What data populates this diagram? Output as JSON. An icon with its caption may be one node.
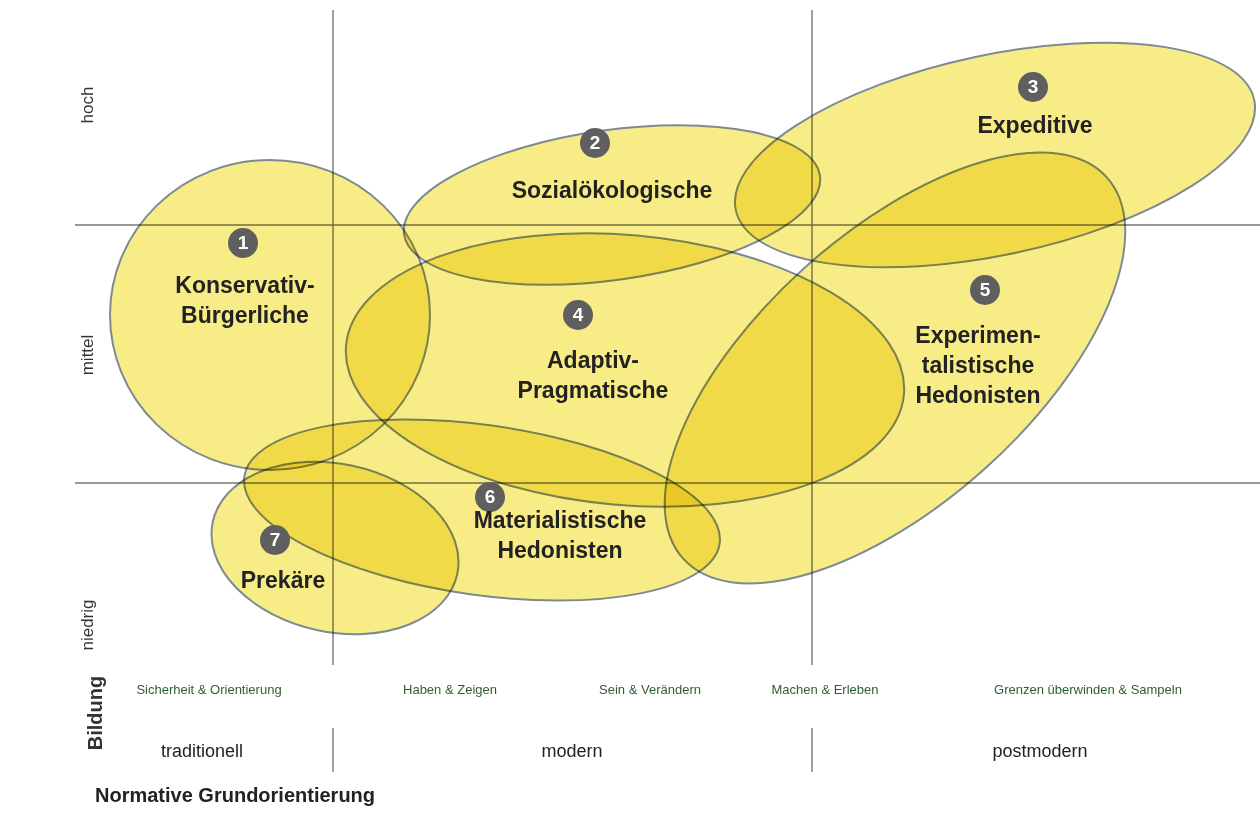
{
  "diagram": {
    "nodes": [
      {
        "text": [
          "1",
          "Konservativ- Bürgerliche"
        ]
      },
      {
        "text": [
          "2",
          "Sozialökologische"
        ]
      },
      {
        "text": [
          "3",
          "Expeditive"
        ]
      },
      {
        "text": [
          "4",
          "Adaptiv- Pragmatische"
        ]
      },
      {
        "text": [
          "5",
          "Experimen- talistische Hedonisten"
        ]
      },
      {
        "text": [
          "6",
          "Materialistische Hedonisten"
        ]
      },
      {
        "text": [
          "7",
          "Prekäre"
        ]
      }
    ],
    "labels": [
      "hoch",
      "mittel",
      "niedrig",
      "Bildung",
      "Sicherheit & Orientierung",
      "Haben & Zeigen",
      "Sein & Verändern",
      "Machen & Erleben",
      "Grenzen überwinden & Sampeln",
      "traditionell",
      "modern",
      "postmodern",
      "Normative Grundorientierung"
    ]
  }
}
